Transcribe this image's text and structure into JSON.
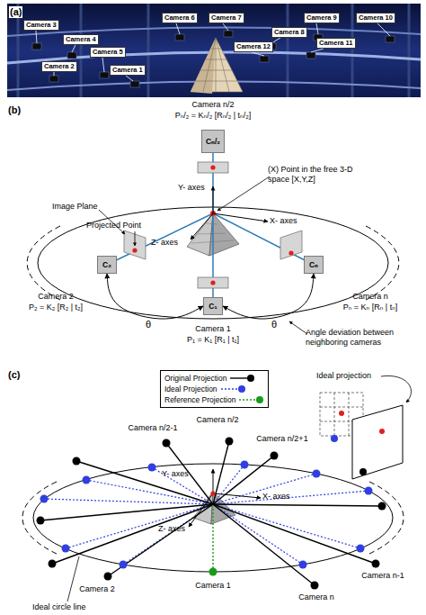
{
  "diagram": {
    "nodes": [
      {
        "text": [
          "Camera 3"
        ]
      },
      {
        "text": [
          "Camera 4"
        ]
      },
      {
        "text": [
          "Camera 5"
        ]
      },
      {
        "text": [
          "Camera 6"
        ]
      },
      {
        "text": [
          "Camera 7"
        ]
      },
      {
        "text": [
          "Camera 8"
        ]
      },
      {
        "text": [
          "Camera 9"
        ]
      },
      {
        "text": [
          "Camera 10"
        ]
      },
      {
        "text": [
          "Camera 2"
        ]
      },
      {
        "text": [
          "Camera 1"
        ]
      },
      {
        "text": [
          "Camera 12"
        ]
      },
      {
        "text": [
          "Camera 11"
        ]
      },
      {
        "text": [
          "Cₙ/₂"
        ]
      },
      {
        "text": [
          "C₂"
        ]
      },
      {
        "text": [
          "Cₙ"
        ]
      },
      {
        "text": [
          "C₁"
        ]
      }
    ],
    "edges": [
      {
        "from": 13,
        "to": 15,
        "arrow": "both",
        "label": "θ"
      },
      {
        "from": 15,
        "to": 14,
        "arrow": "both",
        "label": "θ"
      }
    ],
    "labels": [
      "(a)",
      "(b)",
      "Camera n/2",
      "Pₙ/₂ = Kₙ/₂ [Rₙ/₂ | tₙ/₂]",
      "Image Plane",
      "Projected Point",
      "(X) Point in the free 3-D space [X,Y,Z]",
      "Y- axes",
      "X- axes",
      "Z- axes",
      "Camera 2",
      "P₂ = K₂ [R₂ | t₂]",
      "Camera n",
      "Pₙ = Kₙ [Rₙ | tₙ]",
      "Camera 1",
      "P₁ = K₁ [R₁ | t₁]",
      "Angle deviation between neighboring cameras",
      "(c)",
      "Ideal projection",
      "Y- axes",
      "X- axes",
      "Z- axes",
      "Camera n/2-1",
      "Camera n/2",
      "Camera n/2+1",
      "Camera 2",
      "Camera 1",
      "Camera n",
      "Camera n-1",
      "Ideal circle line"
    ],
    "legend": [
      {
        "text": "Original Projection"
      },
      {
        "text": "Ideal Projection"
      },
      {
        "text": "Reference Projection"
      }
    ]
  }
}
